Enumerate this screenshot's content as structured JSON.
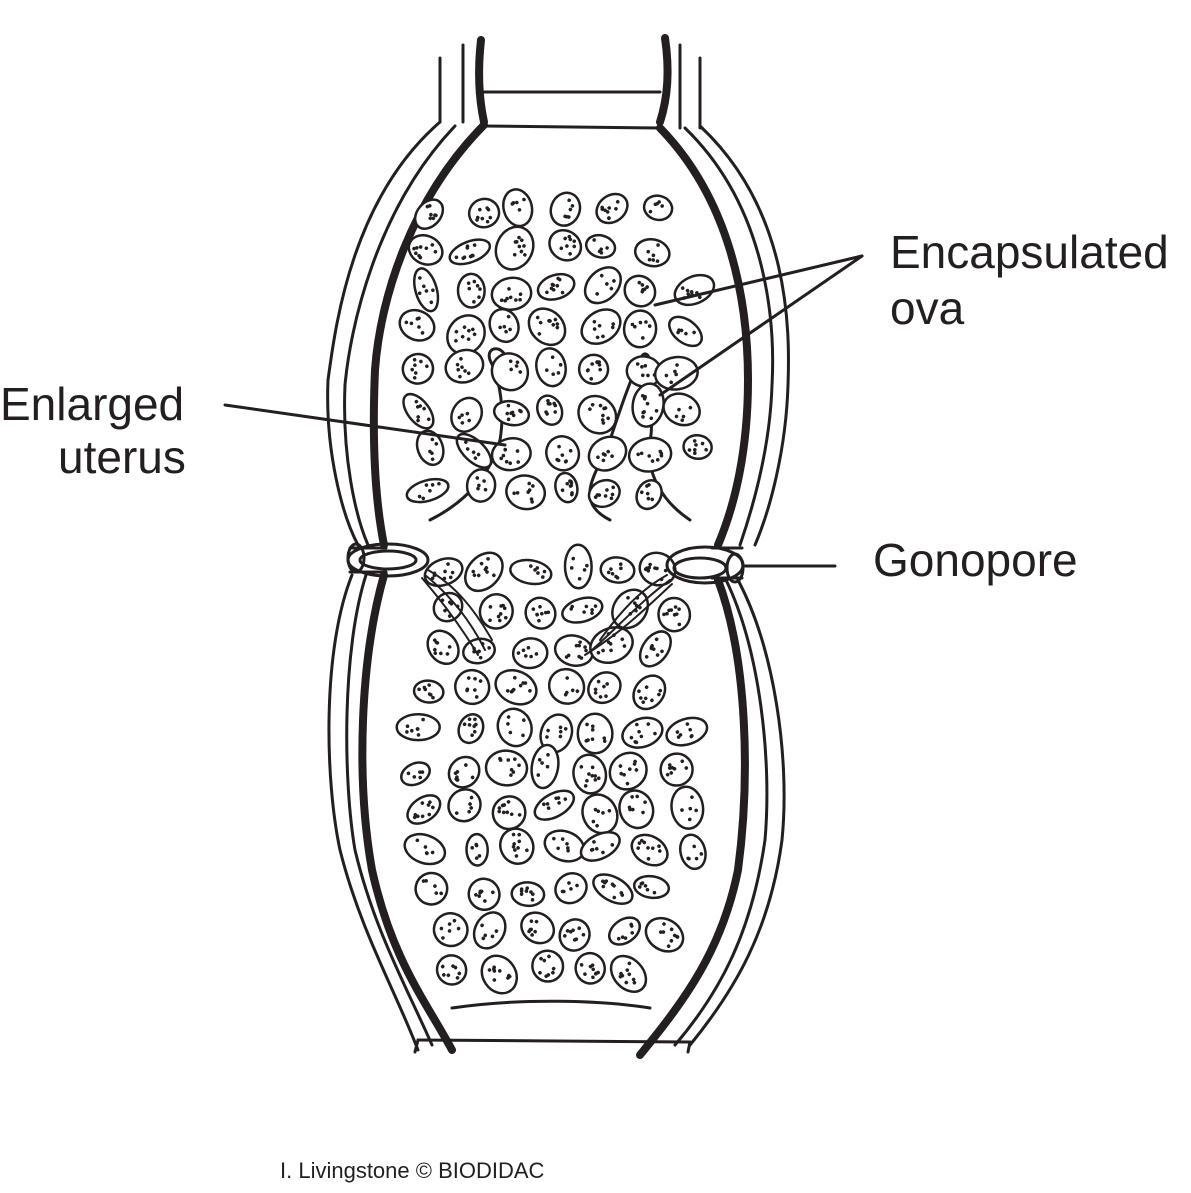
{
  "labels": {
    "encapsulated_ova_line1": "Encapsulated",
    "encapsulated_ova_line2": "ova",
    "enlarged_uterus_line1": "Enlarged",
    "enlarged_uterus_line2": "uterus",
    "gonopore": "Gonopore"
  },
  "credit": "I. Livingstone © BIODIDAC",
  "colors": {
    "ink": "#231f20",
    "background": "#ffffff"
  }
}
